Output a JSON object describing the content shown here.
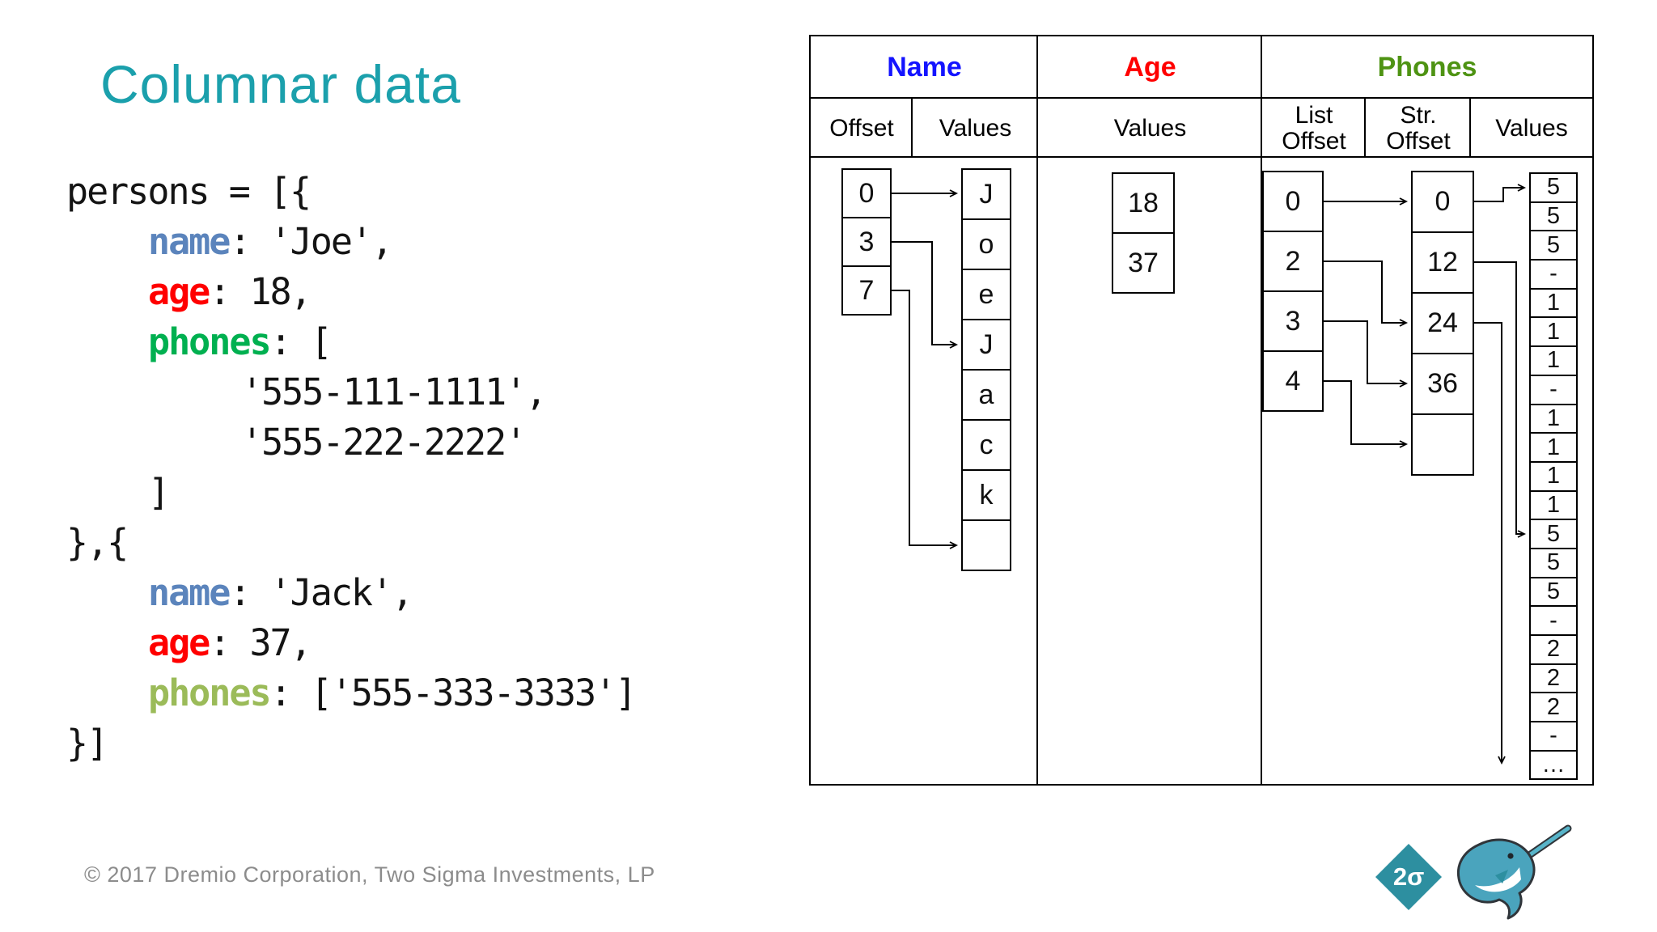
{
  "slide": {
    "title": "Columnar data",
    "footer": "© 2017 Dremio Corporation, Two Sigma Investments, LP"
  },
  "colors": {
    "title_teal": "#1ba0ac",
    "header_name_blue": "#1414ff",
    "header_age_red": "#ff0000",
    "header_phones_green": "#4e9313",
    "code_name_blue": "#5b84bc",
    "code_age_red": "#ff0000",
    "code_phones_green": "#00b050",
    "code_phones_olive": "#9bbb59",
    "logo_teal": "#2d8fa0"
  },
  "code": {
    "lines": [
      {
        "indent": 0,
        "segments": [
          {
            "text": "persons = [{",
            "color": "plain"
          }
        ]
      },
      {
        "indent": 1,
        "segments": [
          {
            "text": "name",
            "color": "blue"
          },
          {
            "text": ": 'Joe',",
            "color": "plain"
          }
        ]
      },
      {
        "indent": 1,
        "segments": [
          {
            "text": "age",
            "color": "red"
          },
          {
            "text": ": 18,",
            "color": "plain"
          }
        ]
      },
      {
        "indent": 1,
        "segments": [
          {
            "text": "phones",
            "color": "green"
          },
          {
            "text": ": [",
            "color": "plain"
          }
        ]
      },
      {
        "indent": 2,
        "segments": [
          {
            "text": "'555-111-1111',",
            "color": "plain"
          }
        ]
      },
      {
        "indent": 2,
        "segments": [
          {
            "text": "'555-222-2222'",
            "color": "plain"
          }
        ]
      },
      {
        "indent": 1,
        "segments": [
          {
            "text": "]",
            "color": "plain"
          }
        ]
      },
      {
        "indent": 0,
        "segments": [
          {
            "text": "},{",
            "color": "plain"
          }
        ]
      },
      {
        "indent": 1,
        "segments": [
          {
            "text": "name",
            "color": "blue"
          },
          {
            "text": ": 'Jack',",
            "color": "plain"
          }
        ]
      },
      {
        "indent": 1,
        "segments": [
          {
            "text": "age",
            "color": "red"
          },
          {
            "text": ": 37,",
            "color": "plain"
          }
        ]
      },
      {
        "indent": 1,
        "segments": [
          {
            "text": "phones",
            "color": "olive"
          },
          {
            "text": ": ['555-333-3333']",
            "color": "plain"
          }
        ]
      },
      {
        "indent": 0,
        "segments": [
          {
            "text": "}]",
            "color": "plain"
          }
        ]
      }
    ]
  },
  "table": {
    "headers": {
      "name": "Name",
      "age": "Age",
      "phones": "Phones"
    },
    "subheaders": {
      "name_offset": "Offset",
      "name_values": "Values",
      "age_values": "Values",
      "phones_list_offset": "List\nOffset",
      "phones_str_offset": "Str.\nOffset",
      "phones_values": "Values"
    },
    "name_column": {
      "offsets": [
        "0",
        "3",
        "7"
      ],
      "values": [
        "J",
        "o",
        "e",
        "J",
        "a",
        "c",
        "k",
        ""
      ]
    },
    "age_column": {
      "values": [
        "18",
        "37"
      ]
    },
    "phones_column": {
      "list_offsets": [
        "0",
        "2",
        "3",
        "4"
      ],
      "str_offsets": [
        "0",
        "12",
        "24",
        "36",
        ""
      ],
      "values": [
        "5",
        "5",
        "5",
        "-",
        "1",
        "1",
        "1",
        "-",
        "1",
        "1",
        "1",
        "1",
        "5",
        "5",
        "5",
        "-",
        "2",
        "2",
        "2",
        "-",
        "…"
      ]
    }
  },
  "logos": {
    "two_sigma_label": "2σ"
  }
}
